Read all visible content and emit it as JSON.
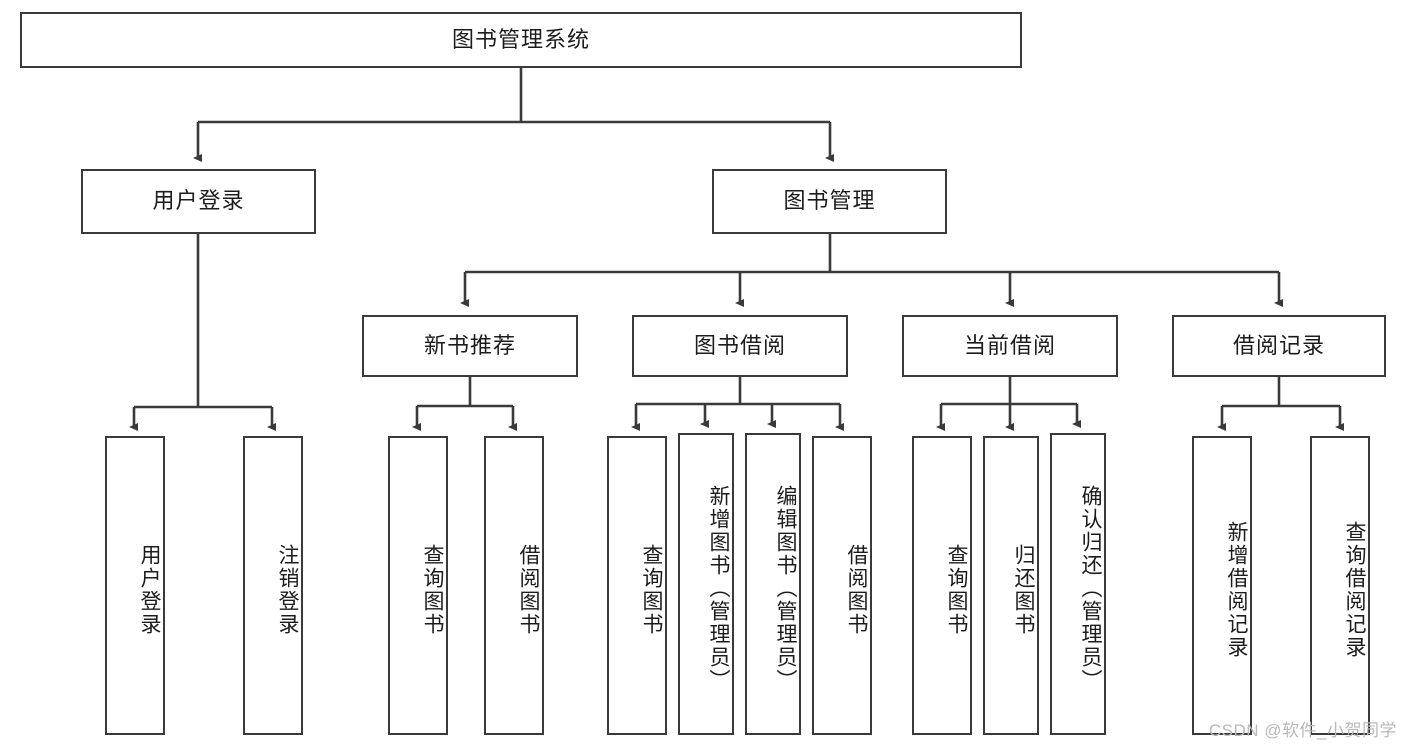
{
  "diagram": {
    "title": "图书管理系统",
    "watermark": "CSDN @软件_小贺同学",
    "line_color": "#3a3a3a",
    "text_color": "#1c1c1c",
    "background": "#ffffff",
    "nodes": {
      "root": "图书管理系统",
      "level2": [
        "用户登录",
        "图书管理"
      ],
      "level3": [
        "新书推荐",
        "图书借阅",
        "当前借阅",
        "借阅记录"
      ],
      "leaves": {
        "user_login": [
          "用户登录",
          "注销登录"
        ],
        "new_book_recommend": [
          "查询图书",
          "借阅图书"
        ],
        "book_borrow": [
          "查询图书",
          "新增图书（管理员）",
          "编辑图书（管理员）",
          "借阅图书"
        ],
        "current_borrow": [
          "查询图书",
          "归还图书",
          "确认归还（管理员）"
        ],
        "borrow_record": [
          "新增借阅记录",
          "查询借阅记录"
        ]
      }
    }
  }
}
